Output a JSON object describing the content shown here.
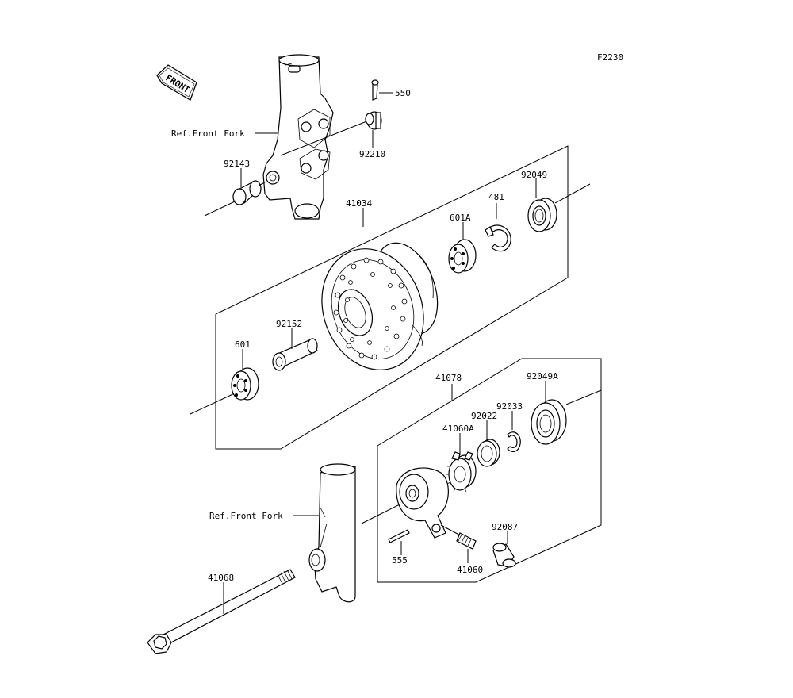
{
  "figure_code": "F2230",
  "front_marker": "FRONT",
  "refs": {
    "upper_fork": "Ref.Front Fork",
    "lower_fork": "Ref.Front Fork"
  },
  "parts": [
    {
      "id": "p550",
      "number": "550"
    },
    {
      "id": "p92210",
      "number": "92210"
    },
    {
      "id": "p92143",
      "number": "92143"
    },
    {
      "id": "p41034",
      "number": "41034"
    },
    {
      "id": "p92049",
      "number": "92049"
    },
    {
      "id": "p481",
      "number": "481"
    },
    {
      "id": "p601A",
      "number": "601A"
    },
    {
      "id": "p92152",
      "number": "92152"
    },
    {
      "id": "p601",
      "number": "601"
    },
    {
      "id": "p41078",
      "number": "41078"
    },
    {
      "id": "p92049A",
      "number": "92049A"
    },
    {
      "id": "p92033",
      "number": "92033"
    },
    {
      "id": "p92022",
      "number": "92022"
    },
    {
      "id": "p41060A",
      "number": "41060A"
    },
    {
      "id": "p92087",
      "number": "92087"
    },
    {
      "id": "p555",
      "number": "555"
    },
    {
      "id": "p41060",
      "number": "41060"
    },
    {
      "id": "p41068",
      "number": "41068"
    }
  ]
}
